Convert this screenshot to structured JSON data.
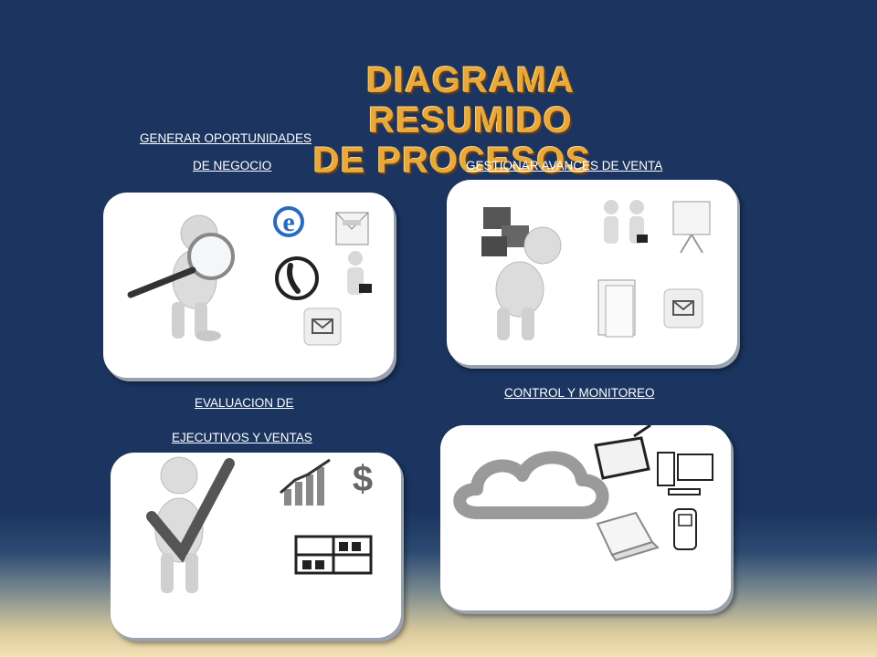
{
  "title": {
    "line1": "DIAGRAMA RESUMIDO",
    "line2": "DE  PROCESOS"
  },
  "panels": [
    {
      "label_lines": [
        "GENERAR OPORTUNIDADES",
        "DE NEGOCIO"
      ]
    },
    {
      "label_lines": [
        "GESTIONAR  AVANCES  DE  VENTA"
      ]
    },
    {
      "label_lines": [
        "EVALUACION DE",
        "EJECUTIVOS Y VENTAS"
      ]
    },
    {
      "label_lines": [
        "CONTROL Y MONITOREO"
      ]
    }
  ],
  "colors": {
    "background": "#1b3560",
    "title": "#e8a93a",
    "card": "#ffffff",
    "label": "#ffffff"
  },
  "icons": {
    "panel1": [
      "person-magnifier-icon",
      "internet-explorer-icon",
      "open-envelope-icon",
      "phone-icon",
      "businessman-icon",
      "mail-icon"
    ],
    "panel2": [
      "person-carrying-houses-icon",
      "handshake-icon",
      "presentation-screen-icon",
      "folders-icon",
      "mail-icon"
    ],
    "panel3": [
      "person-checkmark-icon",
      "growth-chart-icon",
      "dollar-icon",
      "warehouse-shelf-icon"
    ],
    "panel4": [
      "cloud-icon",
      "graphics-tablet-icon",
      "desktop-computer-icon",
      "laptop-icon",
      "mobile-phone-icon"
    ]
  }
}
